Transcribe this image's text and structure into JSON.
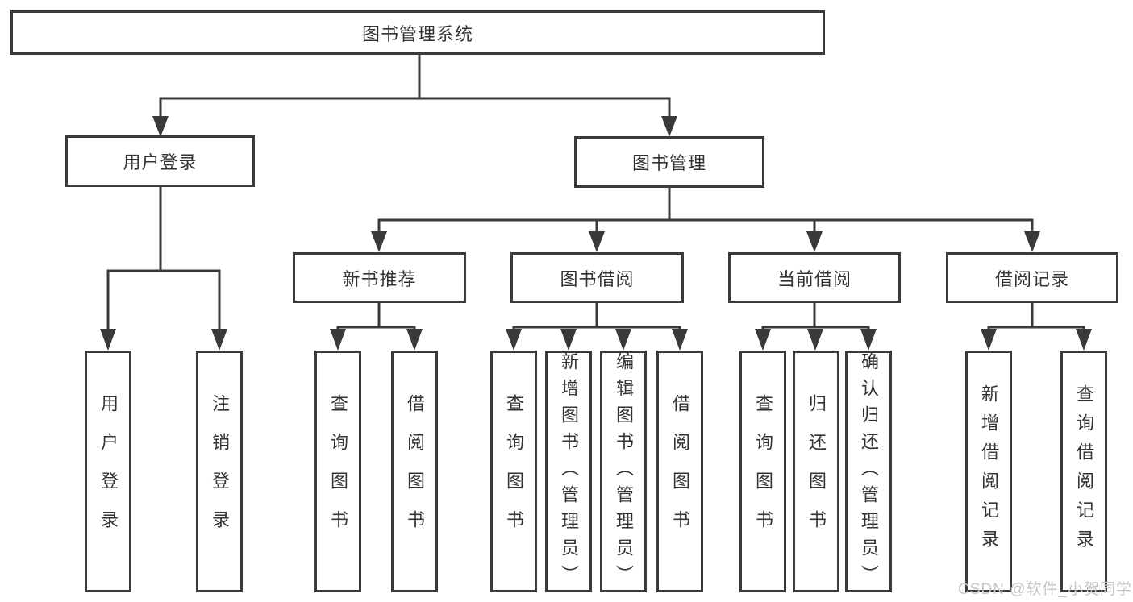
{
  "diagram": {
    "root": {
      "label": "图书管理系统"
    },
    "level1": [
      {
        "label": "用户登录"
      },
      {
        "label": "图书管理"
      }
    ],
    "level2": [
      {
        "label": "新书推荐",
        "parent": "图书管理"
      },
      {
        "label": "图书借阅",
        "parent": "图书管理"
      },
      {
        "label": "当前借阅",
        "parent": "图书管理"
      },
      {
        "label": "借阅记录",
        "parent": "图书管理"
      }
    ],
    "leaves": [
      {
        "label": "用户登录",
        "parent": "用户登录"
      },
      {
        "label": "注销登录",
        "parent": "用户登录"
      },
      {
        "label": "查询图书",
        "parent": "新书推荐"
      },
      {
        "label": "借阅图书",
        "parent": "新书推荐"
      },
      {
        "label": "查询图书",
        "parent": "图书借阅"
      },
      {
        "label": "新增图书（管理员）",
        "parent": "图书借阅"
      },
      {
        "label": "编辑图书（管理员）",
        "parent": "图书借阅"
      },
      {
        "label": "借阅图书",
        "parent": "图书借阅"
      },
      {
        "label": "查询图书",
        "parent": "当前借阅"
      },
      {
        "label": "归还图书",
        "parent": "当前借阅"
      },
      {
        "label": "确认归还（管理员）",
        "parent": "当前借阅"
      },
      {
        "label": "新增借阅记录",
        "parent": "借阅记录"
      },
      {
        "label": "查询借阅记录",
        "parent": "借阅记录"
      }
    ]
  },
  "watermark": {
    "text": "CSDN @软件_小贺同学"
  },
  "colors": {
    "line": "#3a3a3a",
    "text": "#333333",
    "watermark": "#c6c6c6",
    "background": "#ffffff"
  }
}
